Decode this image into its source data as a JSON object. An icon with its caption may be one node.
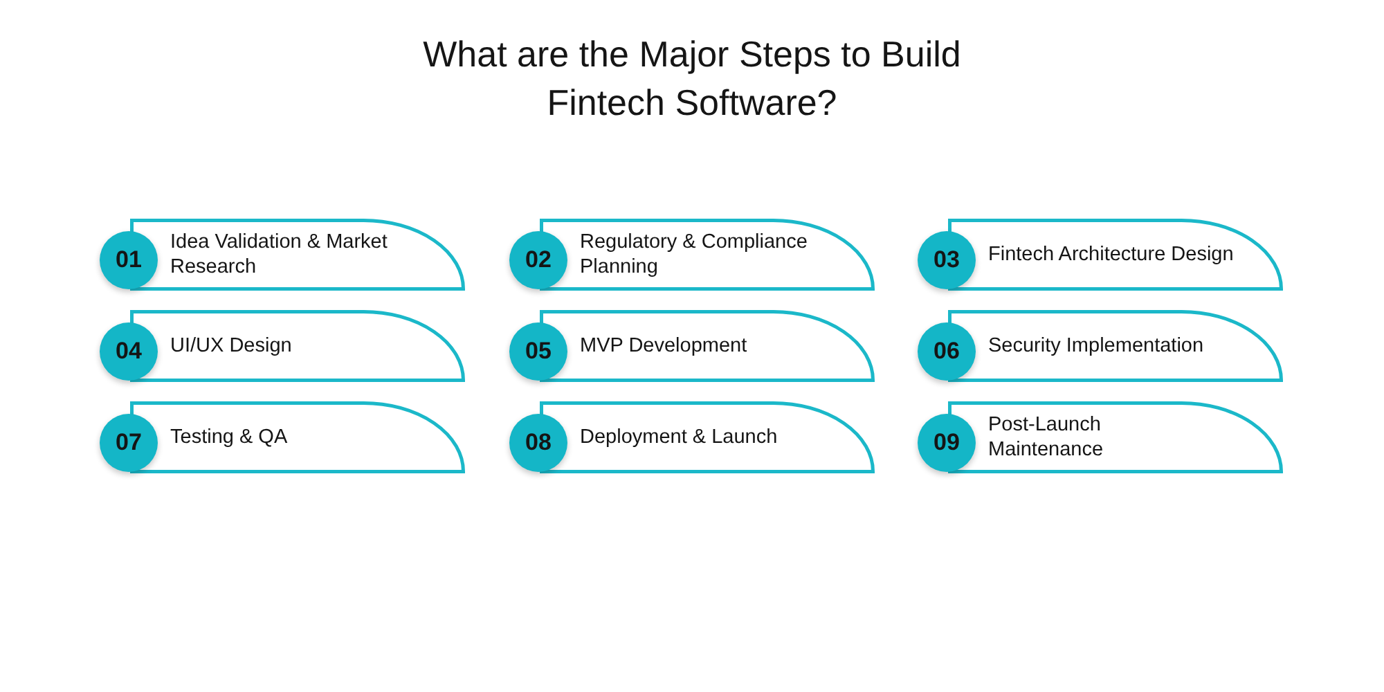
{
  "diagram": {
    "title": "What are the Major Steps to Build Fintech Software?",
    "nodes": [
      {
        "text": [
          "01"
        ]
      },
      {
        "text": [
          "Idea Validation & Market Research"
        ]
      },
      {
        "text": [
          "02"
        ]
      },
      {
        "text": [
          "Regulatory & Compliance Planning"
        ]
      },
      {
        "text": [
          "03"
        ]
      },
      {
        "text": [
          "Fintech Architecture Design"
        ]
      },
      {
        "text": [
          "04"
        ]
      },
      {
        "text": [
          "UI/UX Design"
        ]
      },
      {
        "text": [
          "05"
        ]
      },
      {
        "text": [
          "MVP Development"
        ]
      },
      {
        "text": [
          "06"
        ]
      },
      {
        "text": [
          "Security Implementation"
        ]
      },
      {
        "text": [
          "07"
        ]
      },
      {
        "text": [
          "Testing & QA"
        ]
      },
      {
        "text": [
          "08"
        ]
      },
      {
        "text": [
          "Deployment & Launch"
        ]
      },
      {
        "text": [
          "09"
        ]
      },
      {
        "text": [
          "Post-Launch Maintenance"
        ]
      }
    ]
  }
}
